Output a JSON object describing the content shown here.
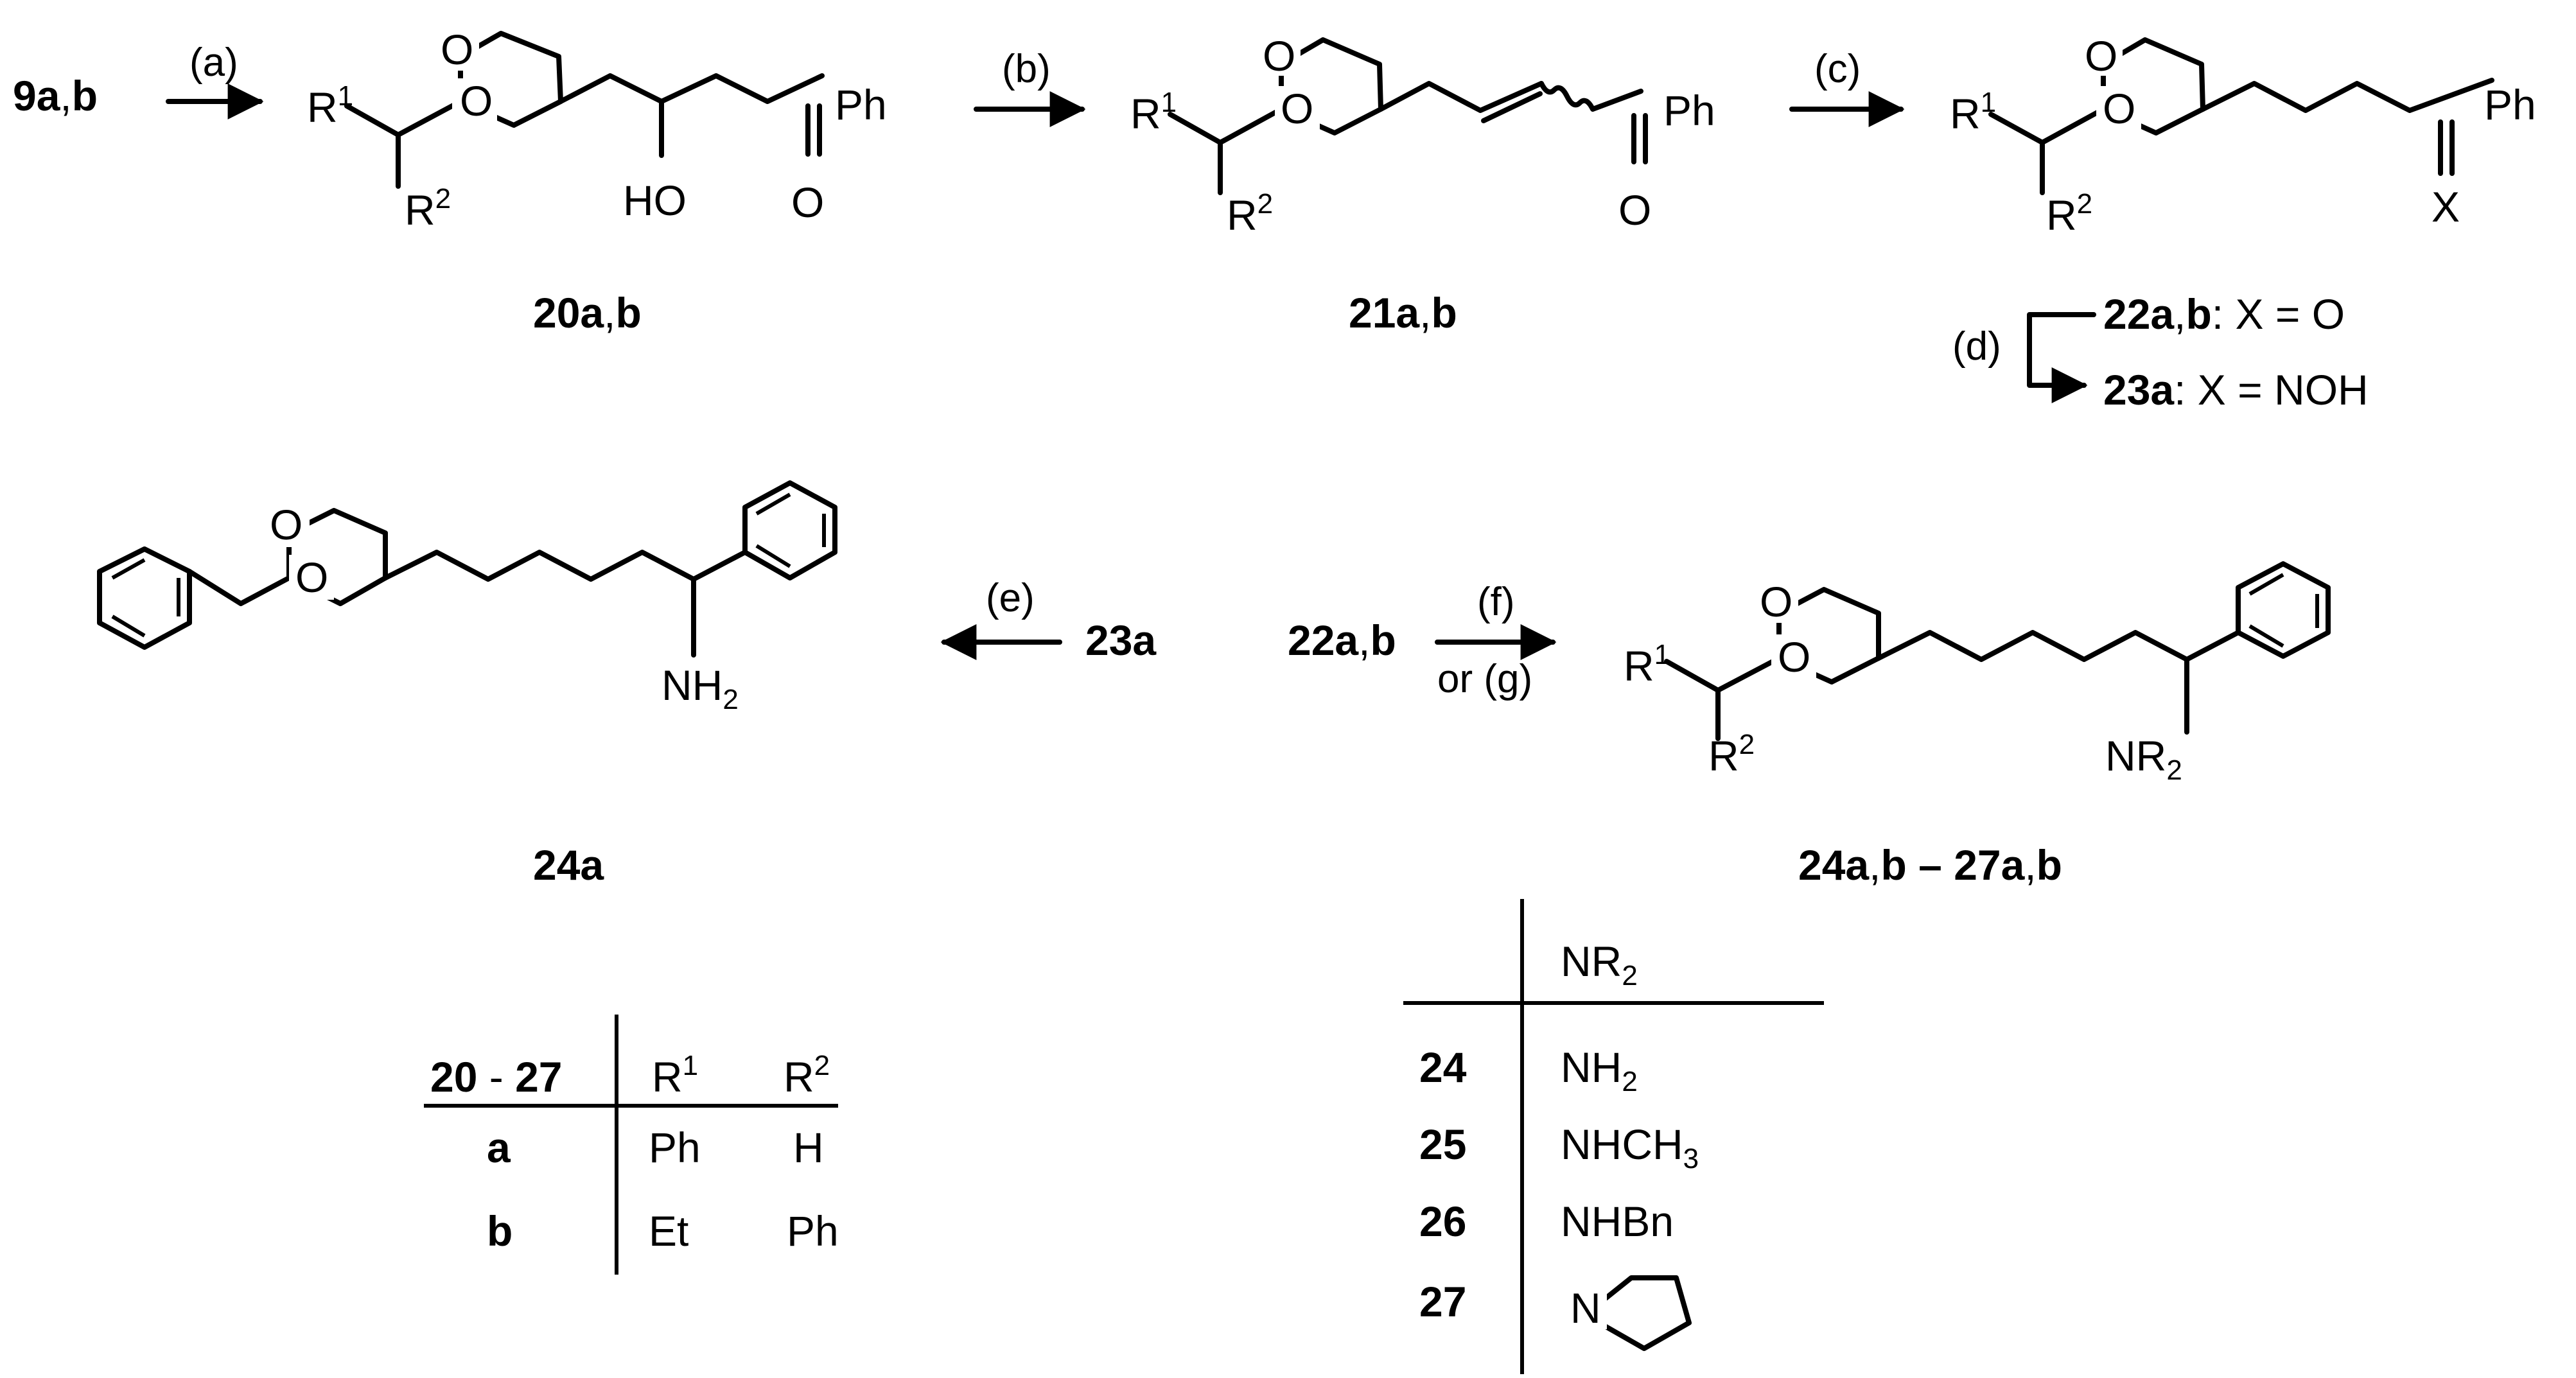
{
  "scheme": {
    "start": {
      "bold": "9a",
      "comma": ",",
      "bold2": "b"
    },
    "conditions": {
      "a": "(a)",
      "b": "(b)",
      "c": "(c)",
      "d": "(d)",
      "e": "(e)",
      "f": "(f)",
      "g": "or (g)"
    },
    "atoms": {
      "O": "O",
      "Ph": "Ph",
      "HO": "HO",
      "R": "R",
      "sup1": "1",
      "sup2": "2",
      "X": "X",
      "NH": "NH",
      "N": "N",
      "sub2": "2"
    },
    "compounds": {
      "c20": {
        "bold": "20a",
        "comma": ",",
        "bold2": "b"
      },
      "c21": {
        "bold": "21a",
        "comma": ",",
        "bold2": "b"
      },
      "c22": {
        "bold": "22a",
        "comma": ",",
        "bold2": "b",
        "rest": ": X = O"
      },
      "c23": {
        "bold": "23a",
        "rest": ":    X = NOH"
      },
      "c23ref": "23a",
      "c22ref": {
        "bold": "22a",
        "comma": ",",
        "bold2": "b"
      },
      "c24": "24a",
      "c2427": {
        "a": "24a",
        "comma1": ",",
        "b": "b",
        "dash": " – ",
        "c": "27a",
        "comma2": ",",
        "d": "b"
      }
    },
    "rtable": {
      "header": {
        "range_bold1": "20",
        "range_dash": " - ",
        "range_bold2": "27"
      },
      "rows": [
        {
          "id": "a",
          "r1": "Ph",
          "r2": "H"
        },
        {
          "id": "b",
          "r1": "Et",
          "r2": "Ph"
        }
      ]
    },
    "ntable": {
      "header": "NR",
      "rows": [
        {
          "id": "24",
          "base": "NH",
          "sub": "2"
        },
        {
          "id": "25",
          "base": "NHCH",
          "sub": "3"
        },
        {
          "id": "26",
          "base": "NHBn",
          "sub": ""
        },
        {
          "id": "27",
          "base": "N",
          "sub": ""
        }
      ]
    }
  }
}
